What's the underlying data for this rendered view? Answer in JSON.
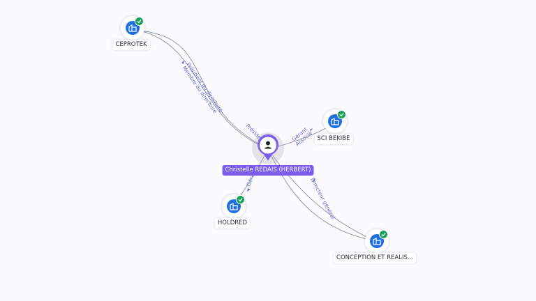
{
  "center": {
    "name": "Christelle REDAIS (HERBERT)",
    "icon": "person-icon"
  },
  "companies": [
    {
      "key": "ceprotek",
      "name": "CEPROTEK",
      "icon": "building-icon",
      "verified": true
    },
    {
      "key": "sci",
      "name": "SCI BEKIBE",
      "icon": "building-icon",
      "verified": true
    },
    {
      "key": "holdred",
      "name": "HOLDRED",
      "icon": "building-icon",
      "verified": true
    },
    {
      "key": "conception",
      "name": "CONCEPTION ET REALIS...",
      "icon": "building-icon",
      "verified": true
    }
  ],
  "relations": {
    "ceprotek_top": "Président du directoire",
    "ceprotek_bottom": "Membre du directoire",
    "ceprotek_near": "Préside...",
    "sci_top": "Gérant",
    "sci_bottom": "Associé",
    "holdred": "Gérant",
    "conception": "Directeur général"
  },
  "colors": {
    "accent": "#7b5cf0",
    "company": "#1f6fe0",
    "verified": "#19a15a",
    "edge": "#8d93a8",
    "edge_label": "#6b6fd6"
  }
}
